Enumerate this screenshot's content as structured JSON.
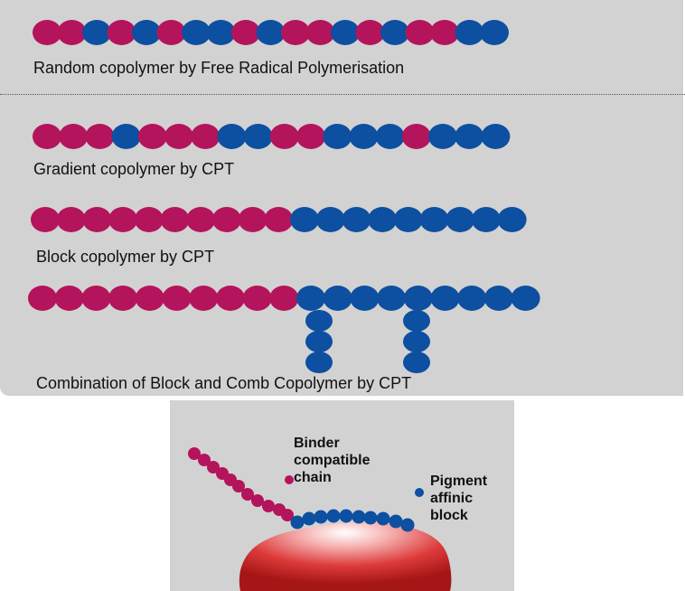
{
  "colors": {
    "magenta": "#b4145c",
    "blue": "#0d4fa0",
    "panel": "#d2d2d2"
  },
  "rows": [
    {
      "caption": "Random copolymer by Free Radical Polymerisation",
      "sequence": "MMBMBMBBMBMMBMBMMBB"
    },
    {
      "caption": "Gradient copolymer by CPT",
      "sequence": "MMMBMMMBBMMBBBMBBB"
    },
    {
      "caption": "Block copolymer by CPT",
      "sequence": "MMMMMMMMMMBBBBBBBBB"
    },
    {
      "caption": "Combination of Block and Comb Copolymer by CPT",
      "sequence": "MMMMMMMMMMBBBBBBBBB"
    }
  ],
  "inset": {
    "binder_label": [
      "Binder",
      "compatible",
      "chain"
    ],
    "pigment_label": [
      "Pigment",
      "affinic",
      "block"
    ]
  }
}
